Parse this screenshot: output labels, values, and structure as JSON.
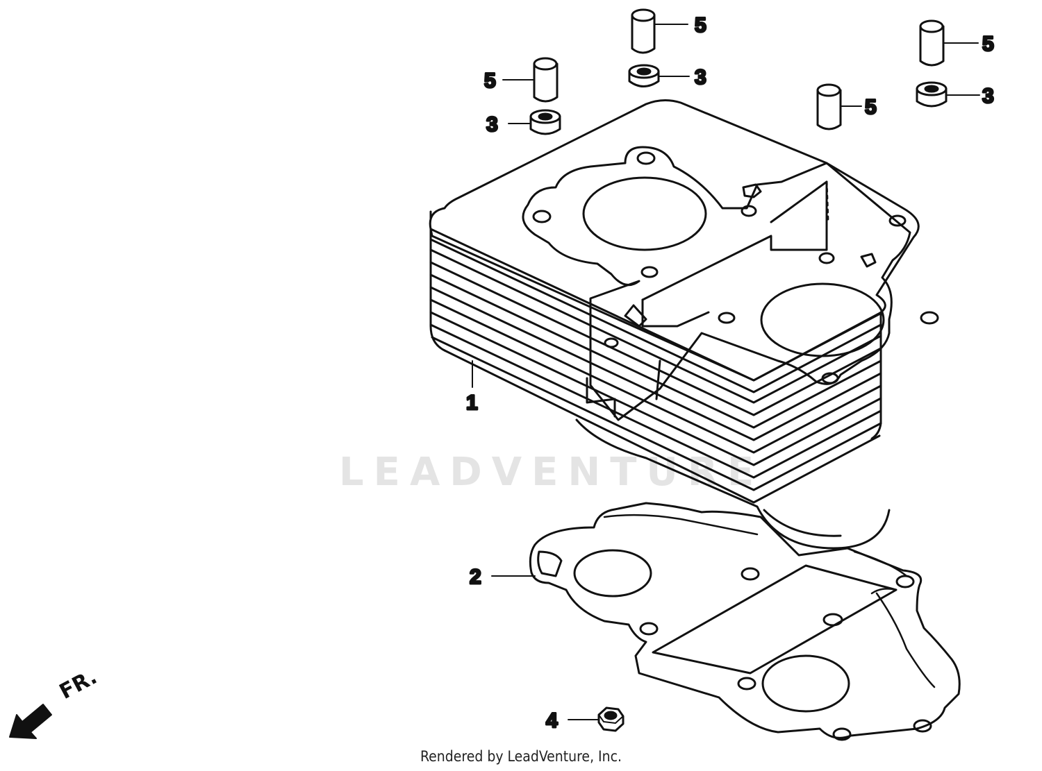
{
  "watermark": "LEADVENTURE",
  "footer": "Rendered by LeadVenture, Inc.",
  "direction_label": "FR.",
  "callouts": {
    "cylinder": "1",
    "gasket": "2",
    "seal_top_center": "3",
    "seal_left": "3",
    "seal_right": "3",
    "nut": "4",
    "dowel_top_center": "5",
    "dowel_left": "5",
    "dowel_right_upper": "5",
    "dowel_right_lower": "5"
  }
}
